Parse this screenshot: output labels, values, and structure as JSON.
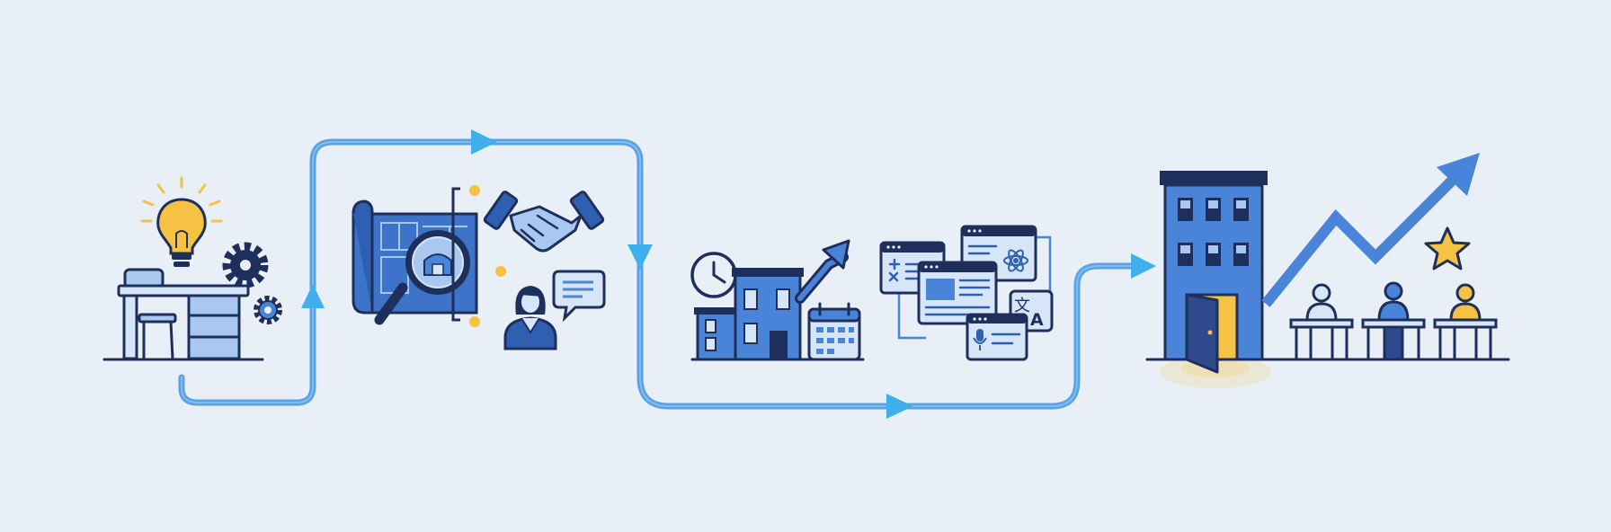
{
  "colors": {
    "background": "#e9eff7",
    "navy": "#1f2f5c",
    "blue": "#4a84d8",
    "light_blue": "#a8c8ef",
    "pale_blue": "#d6e6f8",
    "path_blue": "#5aa2e6",
    "arrow_cyan": "#3fb0ec",
    "yellow": "#f6c244",
    "white": "#ffffff"
  },
  "stages": [
    {
      "id": "idea-workspace",
      "icons": [
        "lightbulb-icon",
        "desk-icon",
        "chair-icon",
        "gear-icon"
      ]
    },
    {
      "id": "planning-partnership",
      "icons": [
        "blueprint-icon",
        "magnifier-icon",
        "handshake-icon",
        "person-icon",
        "chat-bubble-icon"
      ]
    },
    {
      "id": "office-growth",
      "icons": [
        "clock-icon",
        "building-icon",
        "growth-arrow-icon",
        "calendar-icon"
      ]
    },
    {
      "id": "digital-services",
      "icons": [
        "calculator-window-icon",
        "atom-window-icon",
        "article-window-icon",
        "translate-icon",
        "microphone-window-icon"
      ]
    },
    {
      "id": "launch-success",
      "icons": [
        "tower-building-icon",
        "open-door-icon",
        "trend-arrow-icon",
        "star-icon",
        "team-desk-icon"
      ]
    }
  ],
  "translate_glyphs": {
    "left": "文",
    "right": "A"
  }
}
